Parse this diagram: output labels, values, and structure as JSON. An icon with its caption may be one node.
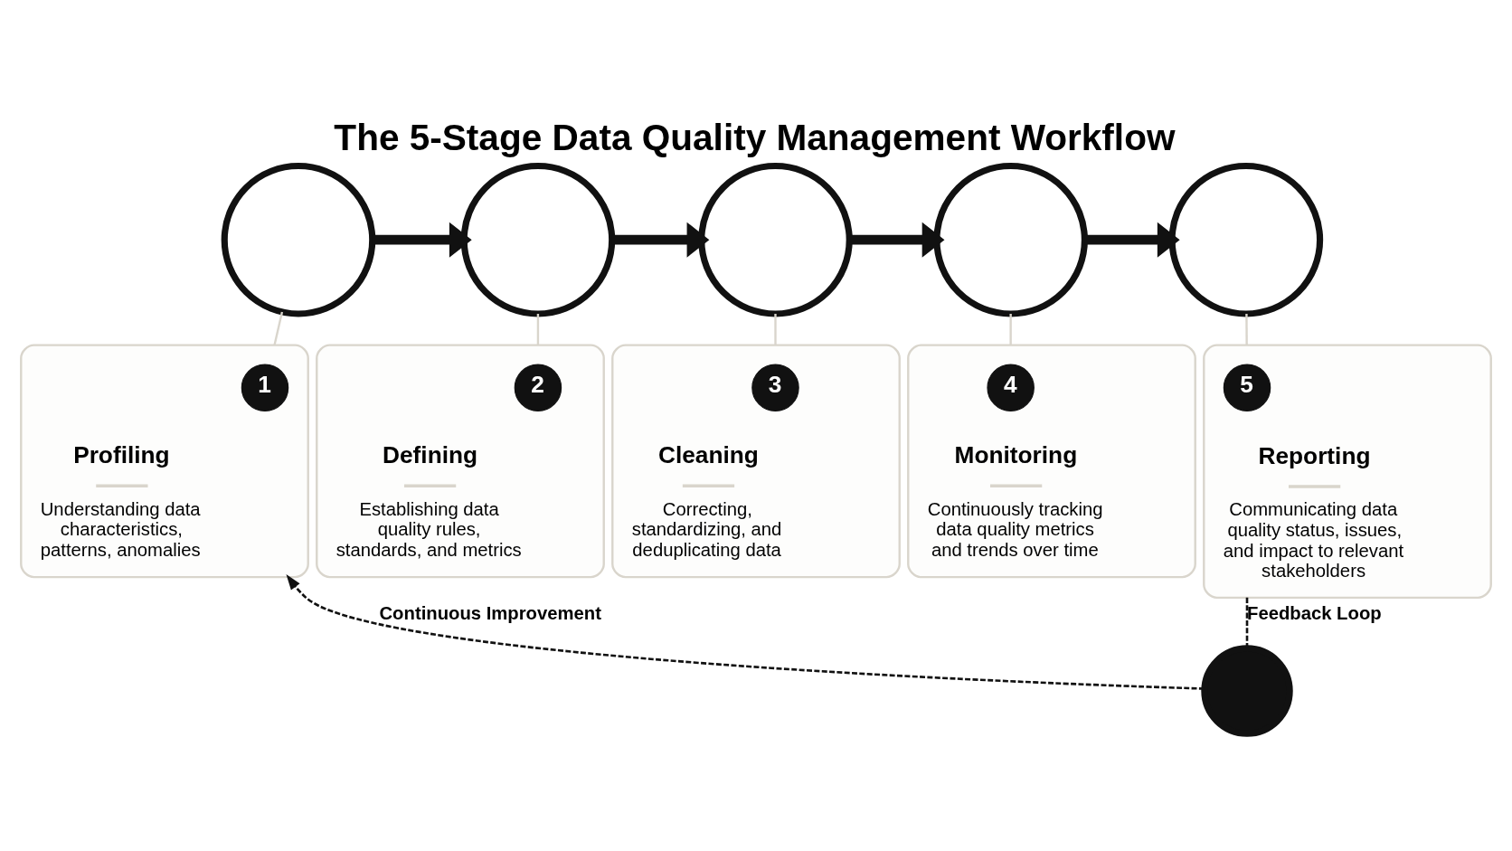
{
  "diagram": {
    "title": "The 5-Stage Data Quality Management Workflow",
    "nodes": [
      {
        "text": [],
        "shape": "circle"
      },
      {
        "text": [],
        "shape": "circle"
      },
      {
        "text": [],
        "shape": "circle"
      },
      {
        "text": [],
        "shape": "circle"
      },
      {
        "text": [],
        "shape": "circle"
      },
      {
        "text": [
          "Profiling",
          "Understanding data characteristics, patterns, anomalies"
        ]
      },
      {
        "text": [
          "1"
        ],
        "in": 5
      },
      {
        "text": [
          "Defining",
          "Establishing data quality rules, standards, and metrics"
        ]
      },
      {
        "text": [
          "2"
        ],
        "in": 7
      },
      {
        "text": [
          "Cleaning",
          "Correcting, standardizing, and deduplicating data"
        ]
      },
      {
        "text": [
          "3"
        ],
        "in": 9
      },
      {
        "text": [
          "Monitoring",
          "Continuously tracking data quality metrics and trends over time"
        ]
      },
      {
        "text": [
          "4"
        ],
        "in": 11
      },
      {
        "text": [
          "Reporting",
          "Communicating data quality status, issues, and impact to relevant stakeholders"
        ]
      },
      {
        "text": [
          "5"
        ],
        "in": 13
      },
      {
        "text": [],
        "shape": "circle"
      }
    ],
    "edges": [
      {
        "from": 0,
        "to": 1,
        "arrow": "to",
        "style": "thick"
      },
      {
        "from": 1,
        "to": 2,
        "arrow": "to",
        "style": "thick"
      },
      {
        "from": 2,
        "to": 3,
        "arrow": "to",
        "style": "thick"
      },
      {
        "from": 3,
        "to": 4,
        "arrow": "to",
        "style": "thick"
      },
      {
        "from": 0,
        "to": 5,
        "arrow": "none",
        "color": "#d9d5cc"
      },
      {
        "from": 1,
        "to": 7,
        "arrow": "none",
        "color": "#d9d5cc"
      },
      {
        "from": 2,
        "to": 9,
        "arrow": "none",
        "color": "#d9d5cc"
      },
      {
        "from": 3,
        "to": 11,
        "arrow": "none",
        "color": "#d9d5cc"
      },
      {
        "from": 4,
        "to": 13,
        "arrow": "none",
        "color": "#d9d5cc"
      },
      {
        "from": 13,
        "to": 15,
        "arrow": "none",
        "style": "dashed",
        "label": "Feedback Loop"
      },
      {
        "from": 15,
        "to": 5,
        "arrow": "to",
        "style": "dashed",
        "label": "Continuous Improvement"
      }
    ]
  }
}
